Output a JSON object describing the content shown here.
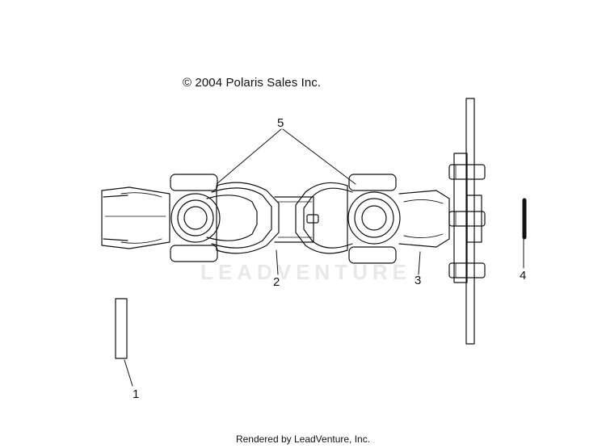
{
  "copyright": "© 2004 Polaris Sales Inc.",
  "watermark": "LEADVENTURE",
  "footer": "Rendered by LeadVenture, Inc.",
  "callouts": {
    "c1": "1",
    "c2": "2",
    "c3": "3",
    "c4": "4",
    "c5": "5"
  },
  "colors": {
    "line": "#111111",
    "watermark": "#e8e8e8"
  }
}
